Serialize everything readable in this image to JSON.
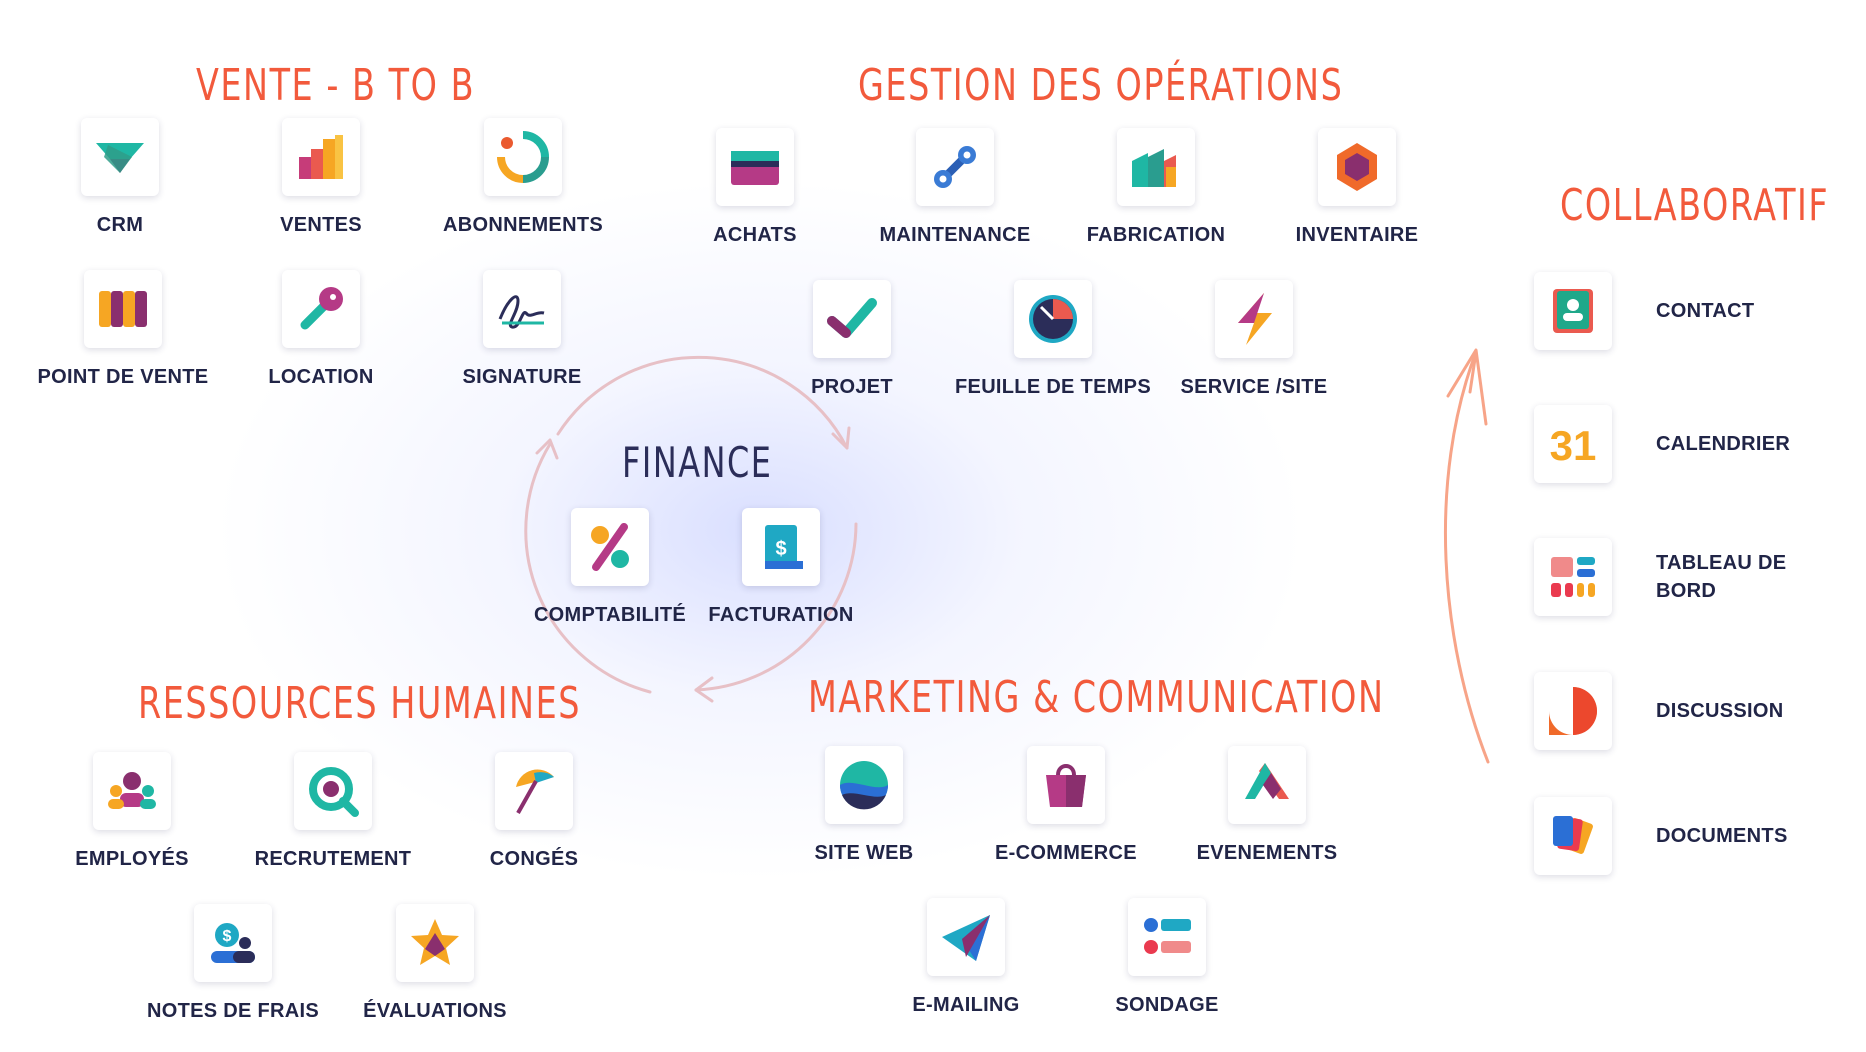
{
  "sections": {
    "vente": "VENTE - B TO B",
    "operations": "GESTION DES OPÉRATIONS",
    "collaboratif": "COLLABORATIF",
    "finance": "FINANCE",
    "rh": "RESSOURCES HUMAINES",
    "marketing": "MARKETING & COMMUNICATION"
  },
  "apps": {
    "crm": "CRM",
    "ventes": "VENTES",
    "abonnements": "ABONNEMENTS",
    "point_de_vente": "POINT DE VENTE",
    "location": "LOCATION",
    "signature": "SIGNATURE",
    "achats": "ACHATS",
    "maintenance": "MAINTENANCE",
    "fabrication": "FABRICATION",
    "inventaire": "INVENTAIRE",
    "projet": "PROJET",
    "feuille_de_temps": "FEUILLE DE TEMPS",
    "service_site": "SERVICE /SITE",
    "comptabilite": "COMPTABILITÉ",
    "facturation": "FACTURATION",
    "employes": "EMPLOYÉS",
    "recrutement": "RECRUTEMENT",
    "conges": "CONGÉS",
    "notes_de_frais": "NOTES DE FRAIS",
    "evaluations": "ÉVALUATIONS",
    "site_web": "SITE WEB",
    "e_commerce": "E-COMMERCE",
    "evenements": "EVENEMENTS",
    "e_mailing": "E-MAILING",
    "sondage": "SONDAGE",
    "contact": "CONTACT",
    "calendrier": "CALENDRIER",
    "tableau_de_bord": "TABLEAU  DE BORD",
    "discussion": "DISCUSSION",
    "documents": "DOCUMENTS"
  },
  "icon_text": {
    "calendar_number": "31",
    "currency_symbol": "$"
  },
  "colors": {
    "section_title": "#f25a3c",
    "finance_title": "#2b2d59",
    "label": "#212547",
    "finance_cycle_arrows": "#e7c0c6",
    "collab_arrow": "#f7a488"
  }
}
